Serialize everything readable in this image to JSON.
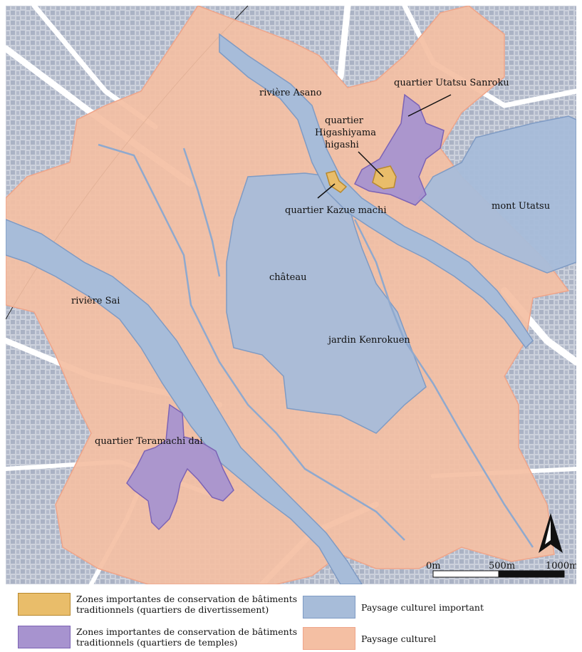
{
  "map": {
    "labels": {
      "asano": "rivière Asano",
      "utatsu_sanroku": "quartier Utatsu Sanroku",
      "higashiyama_1": "quartier",
      "higashiyama_2": "Higashiyama",
      "higashiyama_3": "higashi",
      "kazue": "quartier Kazue machi",
      "mont_utatsu": "mont Utatsu",
      "chateau": "château",
      "sai": "rivière Sai",
      "kenrokuen": "jardin Kenrokuen",
      "teramachi": "quartier Teramachi dai"
    },
    "scale": {
      "tick_0": "0m",
      "tick_500": "500m",
      "tick_1000": "1000m"
    },
    "north_arrow_icon": "north-arrow-icon"
  },
  "legend": {
    "entertainment": {
      "line1": "Zones importantes de conservation de bâtiments",
      "line2": "traditionnels (quartiers de divertissement)",
      "color": "#e9bd6a"
    },
    "temples": {
      "line1": "Zones importantes de conservation de bâtiments",
      "line2": "traditionnels (quartiers de temples)",
      "color": "#a793cf"
    },
    "important_landscape": {
      "label": "Paysage culturel important",
      "color": "#a7bcd9"
    },
    "landscape": {
      "label": "Paysage culturel",
      "color": "#f4bfa3"
    }
  }
}
